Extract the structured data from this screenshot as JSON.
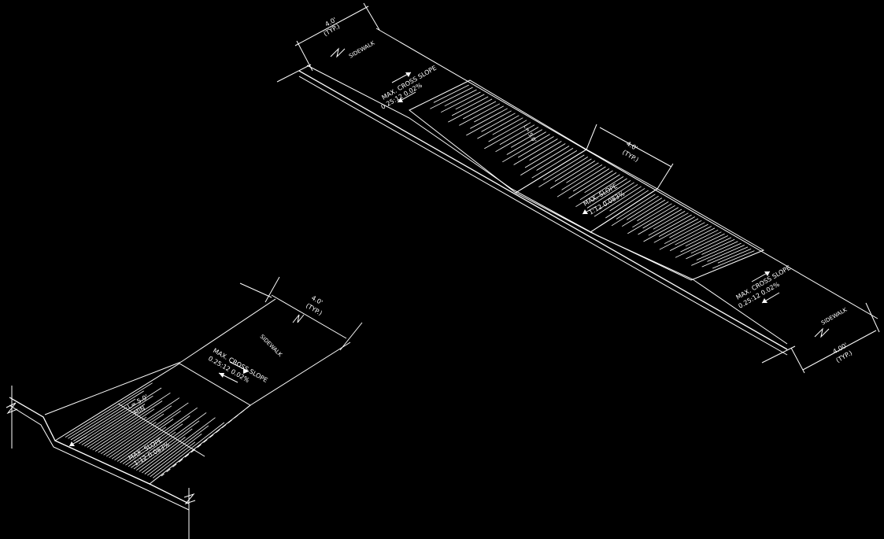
{
  "colors": {
    "background": "#000000",
    "lines": "#ffffff"
  },
  "upper_ramp": {
    "dim_top": {
      "value": "4.0'",
      "note": "(TYP.)"
    },
    "dim_middle": {
      "value": "4.0'",
      "note": "(TYP.)"
    },
    "dim_bottom": {
      "value": "4.00'",
      "note": "(TYP.)"
    },
    "sidewalk_top": "SIDEWALK",
    "sidewalk_bottom": "SIDEWALK",
    "cross_slope_top": {
      "line1": "MAX. CROSS SLOPE",
      "line2": "0.25:12   0.02%"
    },
    "cross_slope_bottom": {
      "line1": "MAX. CROSS SLOPE",
      "line2": "0.25:12   0.02%"
    },
    "slope_middle": {
      "line1": "MAX. SLOPE",
      "line2": "1:12   0.083%"
    },
    "length_label": "L= 5.0'"
  },
  "lower_ramp": {
    "dim_top": {
      "value": "4.0'",
      "note": "(TYP.)"
    },
    "sidewalk": "SIDEWALK",
    "cross_slope": {
      "line1": "MAX. CROSS SLOPE",
      "line2": "0.25:12   0.02%"
    },
    "length_label": {
      "line1": "L= 5.0'",
      "line2": "MIN"
    },
    "slope": {
      "line1": "MAX. SLOPE",
      "line2": "1:12   0.083%"
    }
  }
}
